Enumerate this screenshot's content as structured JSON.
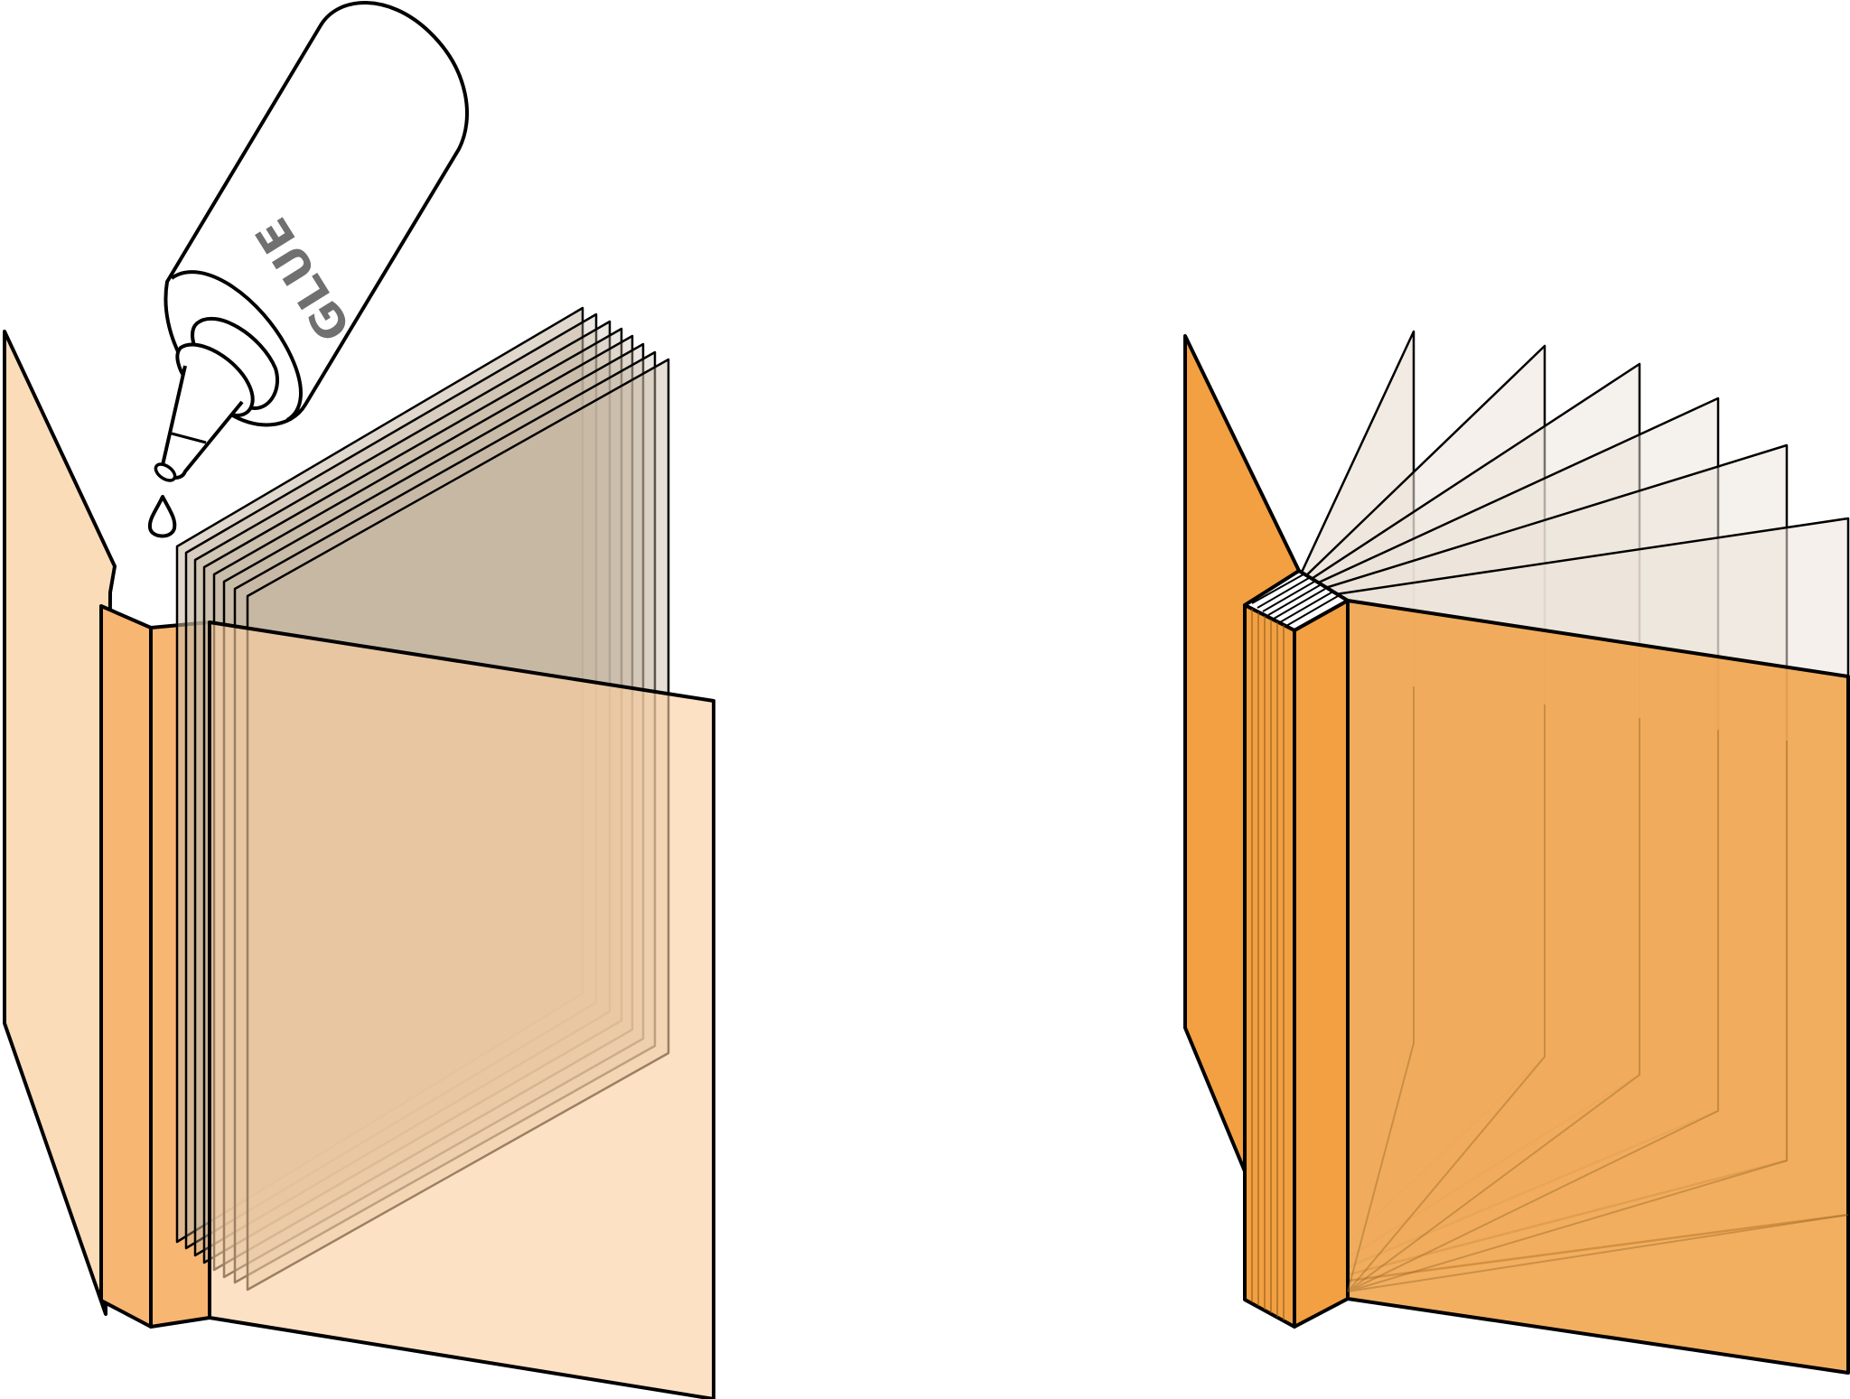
{
  "figure": {
    "panels": [
      {
        "id": "left",
        "state": "gluing spine, pages stacked"
      },
      {
        "id": "right",
        "state": "bound book, pages fanned"
      }
    ]
  },
  "glue_bottle": {
    "label": "GLUE",
    "icon": "glue-bottle-icon"
  },
  "colors": {
    "cover_light": "#fbdcb9",
    "cover_spine_light": "#f8b673",
    "cover_dark": "#f2a041",
    "cover_dark_edge": "#f0a44a",
    "page_fill": "#c7b8a4",
    "page_light": "#ece4da",
    "outline": "#000000",
    "label_gray": "#707070"
  }
}
